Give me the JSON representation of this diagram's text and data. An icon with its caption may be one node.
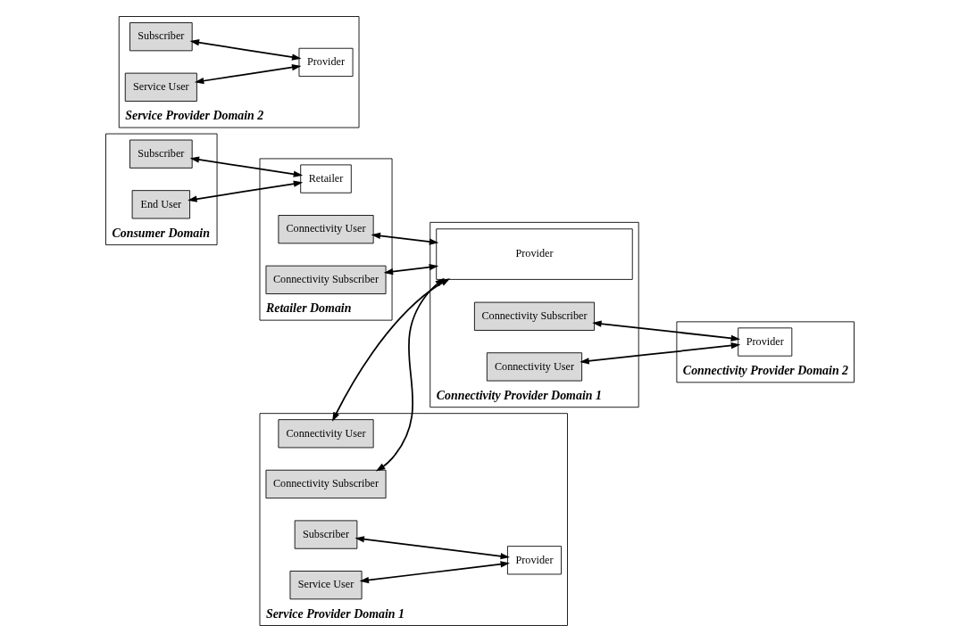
{
  "diagram": {
    "nodes": [
      {
        "text": [
          "Consumer Domain"
        ]
      },
      {
        "text": [
          "Subscriber"
        ],
        "in": 0
      },
      {
        "text": [
          "End User"
        ],
        "in": 0
      },
      {
        "text": [
          "Retailer Domain"
        ]
      },
      {
        "text": [
          "Retailer"
        ],
        "in": 3
      },
      {
        "text": [
          "Connectivity User"
        ],
        "in": 3
      },
      {
        "text": [
          "Connectivity Subscriber"
        ],
        "in": 3
      },
      {
        "text": [
          "Service Provider Domain 1"
        ]
      },
      {
        "text": [
          "Subscriber"
        ],
        "in": 7
      },
      {
        "text": [
          "Service User"
        ],
        "in": 7
      },
      {
        "text": [
          "Provider"
        ],
        "in": 7
      },
      {
        "text": [
          "Connectivity User"
        ],
        "in": 7
      },
      {
        "text": [
          "Connectivity Subscriber"
        ],
        "in": 7
      },
      {
        "text": [
          "Service Provider Domain 2"
        ]
      },
      {
        "text": [
          "Subscriber"
        ],
        "in": 13
      },
      {
        "text": [
          "Service User"
        ],
        "in": 13
      },
      {
        "text": [
          "Provider"
        ],
        "in": 13
      },
      {
        "text": [
          "Connectivity Provider Domain 1"
        ]
      },
      {
        "text": [
          "Provider"
        ],
        "in": 17
      },
      {
        "text": [
          "Connectivity Subscriber"
        ],
        "in": 17
      },
      {
        "text": [
          "Connectivity User"
        ],
        "in": 17
      },
      {
        "text": [
          "Connectivity Provider Domain 2"
        ]
      },
      {
        "text": [
          "Provider"
        ],
        "in": 21
      }
    ],
    "edges": [
      {
        "from": 1,
        "to": 4,
        "arrow": "both"
      },
      {
        "from": 2,
        "to": 4,
        "arrow": "both"
      },
      {
        "from": 8,
        "to": 10,
        "arrow": "both"
      },
      {
        "from": 9,
        "to": 10,
        "arrow": "both"
      },
      {
        "from": 14,
        "to": 16,
        "arrow": "both"
      },
      {
        "from": 15,
        "to": 16,
        "arrow": "both"
      },
      {
        "from": 5,
        "to": 18,
        "arrow": "both"
      },
      {
        "from": 6,
        "to": 18,
        "arrow": "both"
      },
      {
        "from": 11,
        "to": 18,
        "arrow": "both"
      },
      {
        "from": 12,
        "to": 18,
        "arrow": "both"
      },
      {
        "from": 19,
        "to": 22,
        "arrow": "both"
      },
      {
        "from": 20,
        "to": 22,
        "arrow": "both"
      }
    ]
  }
}
